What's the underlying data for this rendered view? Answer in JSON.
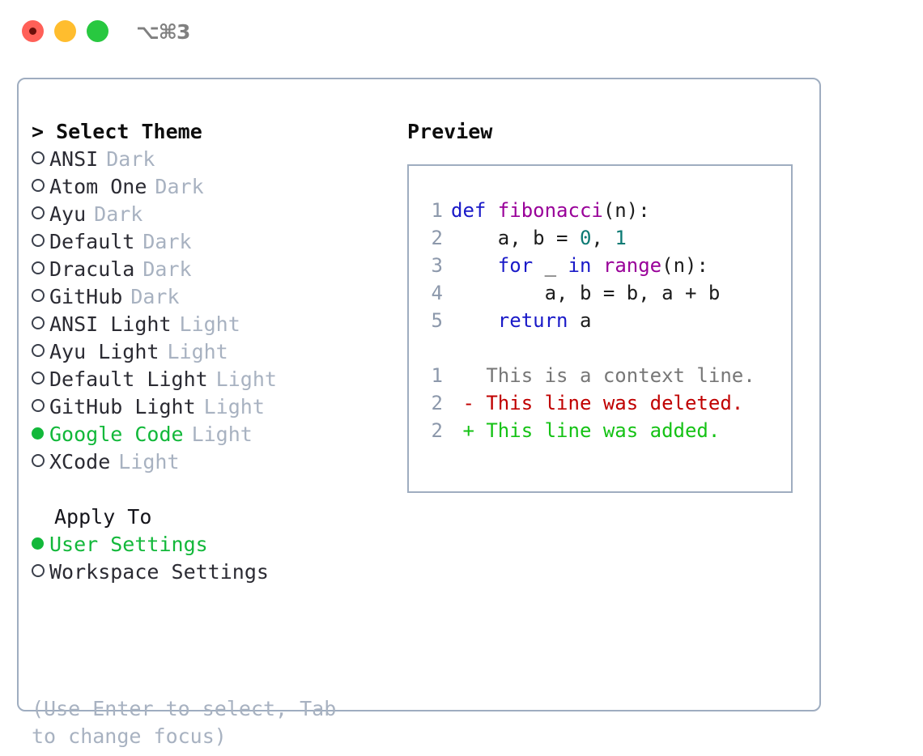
{
  "window": {
    "shortcut_label": "⌥⌘3",
    "traffic_lights": [
      {
        "name": "close",
        "color": "#ff6058"
      },
      {
        "name": "minimize",
        "color": "#ffbd2e"
      },
      {
        "name": "maximize",
        "color": "#28c840"
      }
    ]
  },
  "theme_picker": {
    "prompt_prefix": ">",
    "title": "Select Theme",
    "selected_index": 10,
    "items": [
      {
        "label": "ANSI",
        "tag": "Dark",
        "selected": false
      },
      {
        "label": "Atom One",
        "tag": "Dark",
        "selected": false
      },
      {
        "label": "Ayu",
        "tag": "Dark",
        "selected": false
      },
      {
        "label": "Default",
        "tag": "Dark",
        "selected": false
      },
      {
        "label": "Dracula",
        "tag": "Dark",
        "selected": false
      },
      {
        "label": "GitHub",
        "tag": "Dark",
        "selected": false
      },
      {
        "label": "ANSI Light",
        "tag": "Light",
        "selected": false
      },
      {
        "label": "Ayu Light",
        "tag": "Light",
        "selected": false
      },
      {
        "label": "Default Light",
        "tag": "Light",
        "selected": false
      },
      {
        "label": "GitHub Light",
        "tag": "Light",
        "selected": false
      },
      {
        "label": "Google Code",
        "tag": "Light",
        "selected": true
      },
      {
        "label": "XCode",
        "tag": "Light",
        "selected": false
      }
    ]
  },
  "apply_to": {
    "title": "Apply To",
    "options": [
      {
        "label": "User Settings",
        "selected": true
      },
      {
        "label": "Workspace Settings",
        "selected": false
      }
    ]
  },
  "hint": "(Use Enter to select, Tab to change focus)",
  "preview": {
    "title": "Preview",
    "code_lines": [
      {
        "n": "1",
        "tokens": [
          {
            "t": "def ",
            "c": "kw"
          },
          {
            "t": "fibonacci",
            "c": "fn"
          },
          {
            "t": "(n):",
            "c": "pl"
          }
        ]
      },
      {
        "n": "2",
        "tokens": [
          {
            "t": "    a, b = ",
            "c": "pl"
          },
          {
            "t": "0",
            "c": "num"
          },
          {
            "t": ", ",
            "c": "pl"
          },
          {
            "t": "1",
            "c": "num"
          }
        ]
      },
      {
        "n": "3",
        "tokens": [
          {
            "t": "    ",
            "c": "pl"
          },
          {
            "t": "for",
            "c": "kw"
          },
          {
            "t": " _ ",
            "c": "pl"
          },
          {
            "t": "in",
            "c": "kw"
          },
          {
            "t": " ",
            "c": "pl"
          },
          {
            "t": "range",
            "c": "fn"
          },
          {
            "t": "(n):",
            "c": "pl"
          }
        ]
      },
      {
        "n": "4",
        "tokens": [
          {
            "t": "        a, b = b, a + b",
            "c": "pl"
          }
        ]
      },
      {
        "n": "5",
        "tokens": [
          {
            "t": "    ",
            "c": "pl"
          },
          {
            "t": "return",
            "c": "kw"
          },
          {
            "t": " a",
            "c": "pl"
          }
        ]
      }
    ],
    "diff_lines": [
      {
        "n": "1",
        "sign": " ",
        "text": "This is a context line.",
        "kind": "ctx"
      },
      {
        "n": "2",
        "sign": "-",
        "text": "This line was deleted.",
        "kind": "del"
      },
      {
        "n": "2",
        "sign": "+",
        "text": "This line was added.",
        "kind": "add"
      }
    ]
  },
  "colors": {
    "accent_green": "#12b83a",
    "tag_gray": "#a8b2c1",
    "border": "#9fadc0",
    "keyword": "#1a1ac8",
    "function": "#990099",
    "number": "#0c7a74",
    "diff_add": "#15c215",
    "diff_del": "#c00000"
  }
}
